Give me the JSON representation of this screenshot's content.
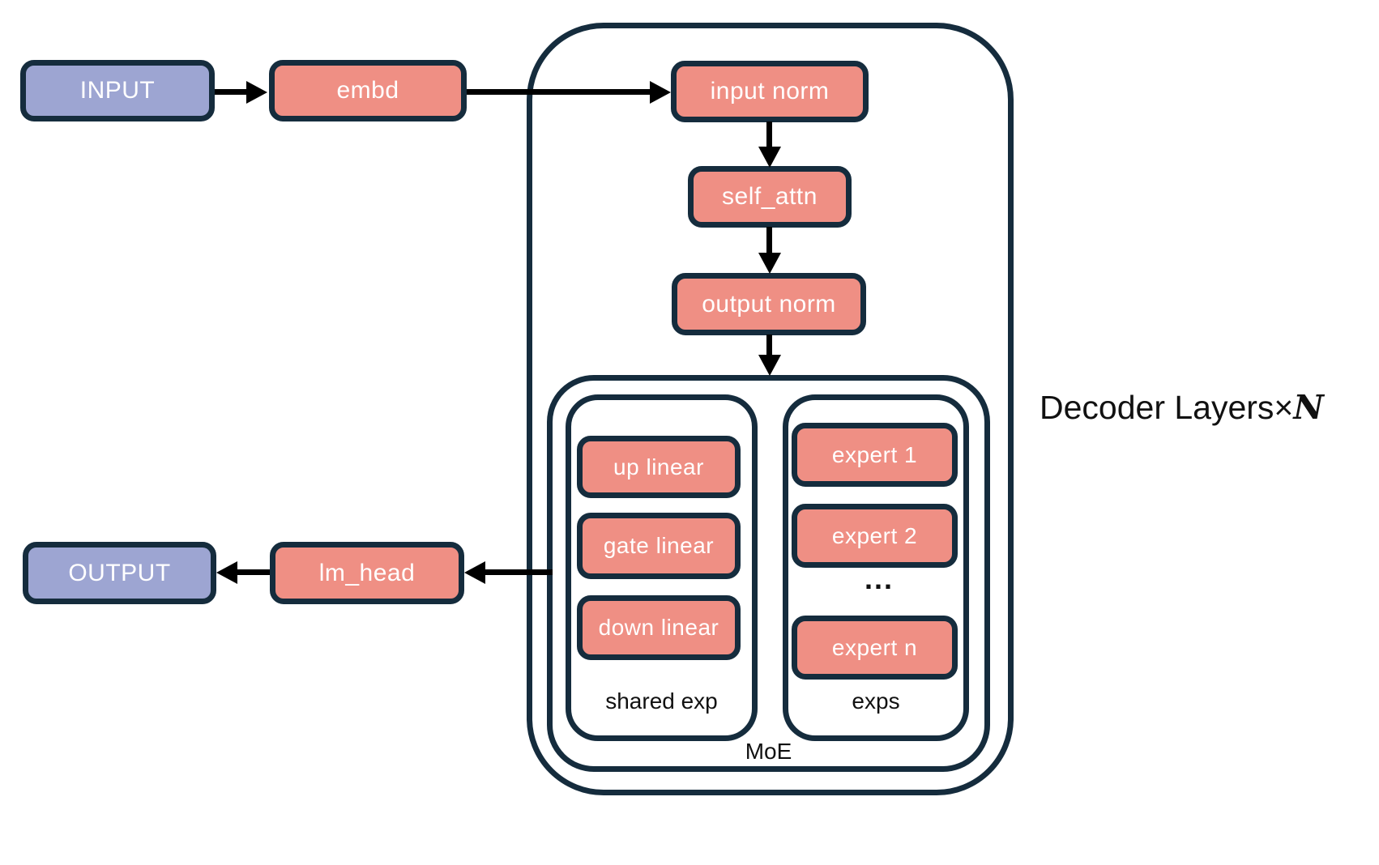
{
  "colors": {
    "purple": "#9da5d2",
    "salmon": "#ef8f84",
    "navy": "#152c3d",
    "ink": "#111111",
    "arrow": "#000000"
  },
  "nodes": {
    "input": {
      "label": "INPUT"
    },
    "embd": {
      "label": "embd"
    },
    "input_norm": {
      "label": "input norm"
    },
    "self_attn": {
      "label": "self_attn"
    },
    "output_norm": {
      "label": "output norm"
    },
    "up_linear": {
      "label": "up linear"
    },
    "gate_linear": {
      "label": "gate linear"
    },
    "down_linear": {
      "label": "down linear"
    },
    "expert_1": {
      "label": "expert 1"
    },
    "expert_2": {
      "label": "expert 2"
    },
    "expert_n": {
      "label": "expert n"
    },
    "lm_head": {
      "label": "lm_head"
    },
    "output": {
      "label": "OUTPUT"
    }
  },
  "containers": {
    "shared_exp": {
      "label": "shared exp"
    },
    "exps": {
      "label": "exps"
    },
    "moe": {
      "label": "MoE"
    }
  },
  "captions": {
    "decoder_prefix": "Decoder Layers×",
    "decoder_n": "N",
    "experts_ellipsis": "..."
  }
}
